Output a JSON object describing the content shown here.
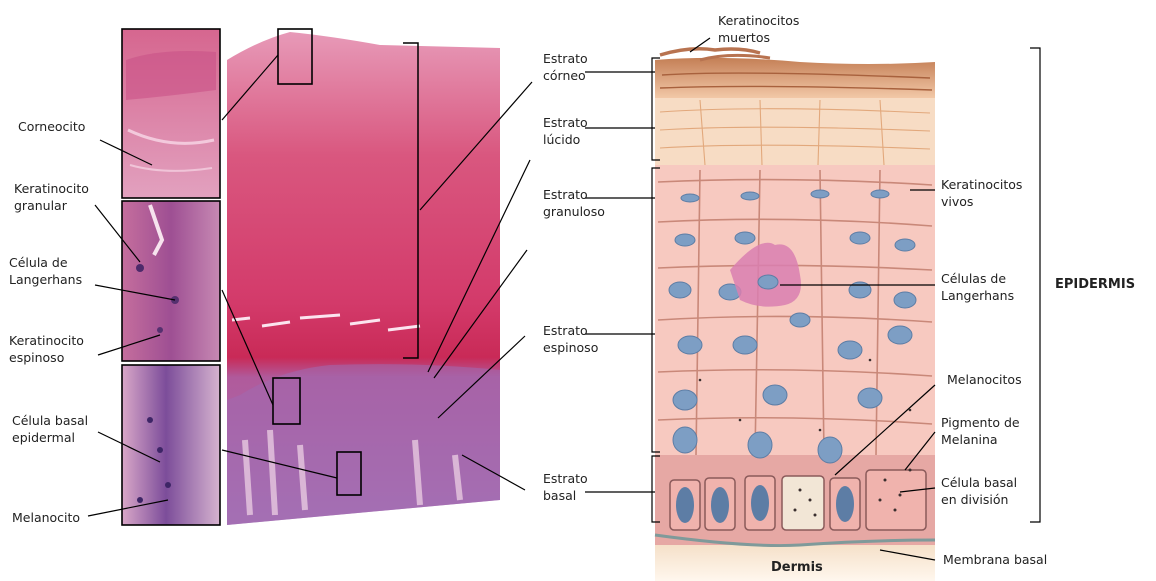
{
  "labels": {
    "left": {
      "corneocito": "Corneocito",
      "keratinocito_granular": "Keratinocito\ngranular",
      "celula_langerhans": "Célula de\nLangerhans",
      "keratinocito_espinoso": "Keratinocito\nespinoso",
      "celula_basal_epidermal": "Célula basal\nepidermal",
      "melanocito": "Melanocito"
    },
    "strata": {
      "corneo": "Estrato\ncórneo",
      "lucido": "Estrato\nlúcido",
      "granuloso": "Estrato\ngranuloso",
      "espinoso": "Estrato\nespinoso",
      "basal": "Estrato\nbasal"
    },
    "right": {
      "keratinocitos_muertos": "Keratinocitos\nmuertos",
      "keratinocitos_vivos": "Keratinocitos\nvivos",
      "celulas_langerhans": "Células de\nLangerhans",
      "melanocitos": "Melanocitos",
      "pigmento_melanina": "Pigmento de\nMelanina",
      "celula_basal_division": "Célula basal\nen división",
      "membrana_basal": "Membrana basal",
      "epidermis": "EPIDERMIS",
      "dermis": "Dermis"
    }
  },
  "colors": {
    "tissue_pink": "#d9477c",
    "tissue_dark": "#8a3f8e",
    "cell_fill": "#f7c9c0",
    "nucleus": "#7d9ec4",
    "corneum": "#c8855e"
  }
}
